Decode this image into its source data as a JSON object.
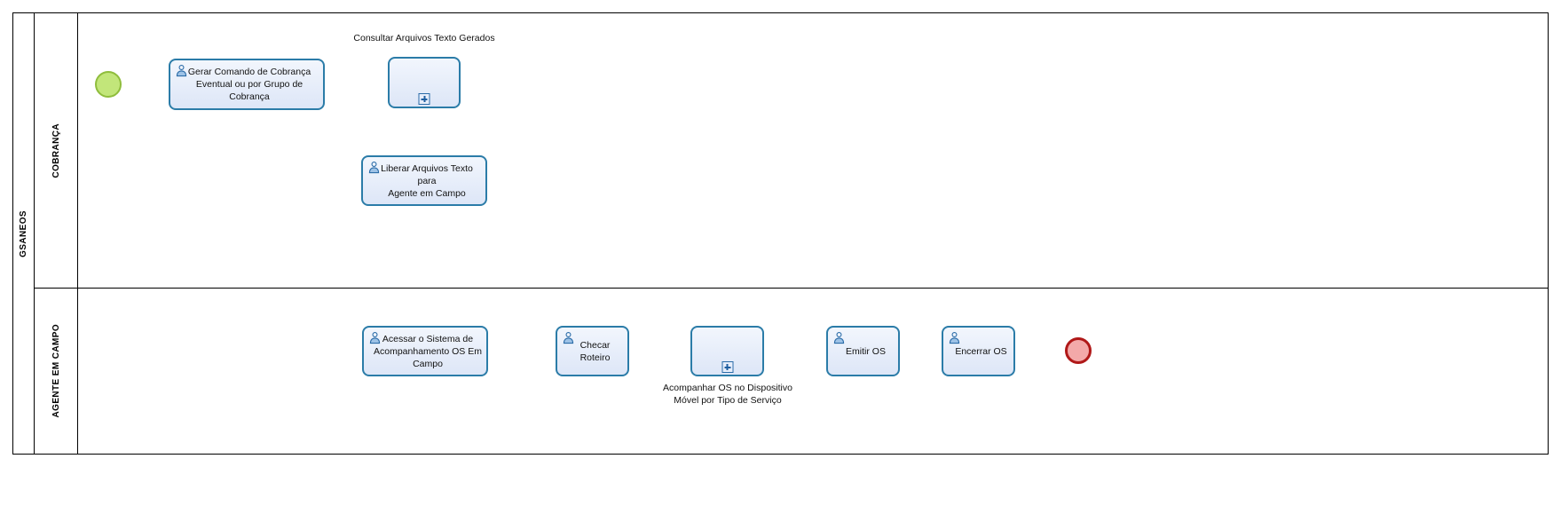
{
  "diagram": {
    "type": "bpmn-process-diagram",
    "pool": {
      "name": "GSANEOS"
    },
    "lanes": [
      {
        "id": "cobranca",
        "name": "COBRANÇA"
      },
      {
        "id": "agente",
        "name": "AGENTE EM CAMPO"
      }
    ],
    "events": [
      {
        "id": "start",
        "kind": "start-event",
        "label": "",
        "color": "#c2e67a",
        "border": "#8fbd3c"
      },
      {
        "id": "end",
        "kind": "end-event",
        "label": "",
        "color": "#f3a9a9",
        "border": "#b01818"
      }
    ],
    "tasks": [
      {
        "id": "gerar-comando",
        "lane": "cobranca",
        "kind": "user-task",
        "label": "Gerar Comando de Cobrança\nEventual ou por Grupo de Cobrança"
      },
      {
        "id": "consultar-arquivos",
        "lane": "cobranca",
        "kind": "collapsed-subprocess",
        "label": "",
        "caption": "Consultar Arquivos Texto Gerados",
        "caption_position": "above"
      },
      {
        "id": "liberar-arquivos",
        "lane": "cobranca",
        "kind": "user-task",
        "label": "Liberar Arquivos Texto para\nAgente em Campo"
      },
      {
        "id": "acessar-sistema",
        "lane": "agente",
        "kind": "user-task",
        "label": "Acessar o Sistema de\nAcompanhamento OS Em\nCampo"
      },
      {
        "id": "checar-roteiro",
        "lane": "agente",
        "kind": "user-task",
        "label": "Checar Roteiro"
      },
      {
        "id": "acompanhar-os",
        "lane": "agente",
        "kind": "collapsed-subprocess",
        "label": "",
        "caption": "Acompanhar OS no Dispositivo\nMóvel por Tipo de Serviço",
        "caption_position": "below"
      },
      {
        "id": "emitir-os",
        "lane": "agente",
        "kind": "user-task",
        "label": "Emitir OS"
      },
      {
        "id": "encerrar-os",
        "lane": "agente",
        "kind": "user-task",
        "label": "Encerrar OS"
      }
    ],
    "flows": [
      {
        "from": "start",
        "to": "gerar-comando"
      },
      {
        "from": "gerar-comando",
        "to": "consultar-arquivos"
      },
      {
        "from": "consultar-arquivos",
        "to": "liberar-arquivos"
      },
      {
        "from": "liberar-arquivos",
        "to": "acessar-sistema"
      },
      {
        "from": "acessar-sistema",
        "to": "checar-roteiro"
      },
      {
        "from": "checar-roteiro",
        "to": "acompanhar-os"
      },
      {
        "from": "acompanhar-os",
        "to": "emitir-os"
      },
      {
        "from": "emitir-os",
        "to": "encerrar-os"
      },
      {
        "from": "encerrar-os",
        "to": "end"
      }
    ]
  }
}
